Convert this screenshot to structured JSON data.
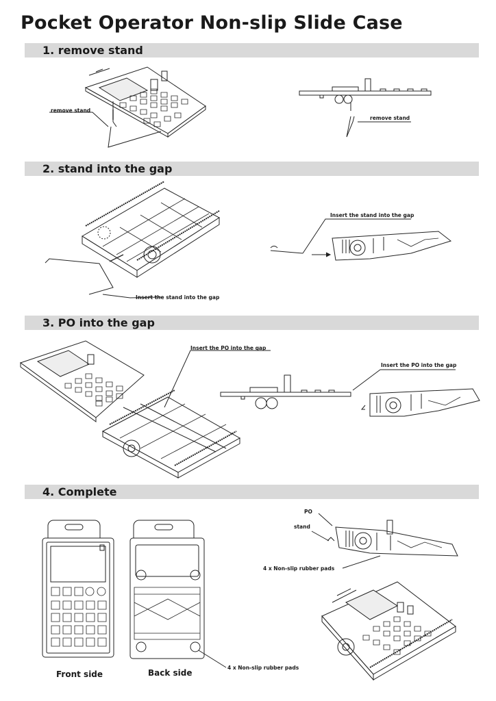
{
  "title": "Pocket Operator Non-slip Slide Case",
  "steps": [
    {
      "heading": "1. remove stand",
      "labels": [
        "remove stand",
        "remove stand"
      ]
    },
    {
      "heading": "2. stand into the gap",
      "labels": [
        "Insert the stand into the gap",
        "Insert the stand into the gap"
      ]
    },
    {
      "heading": "3. PO into the gap",
      "labels": [
        "Insert the PO into the gap",
        "Insert the PO into the gap"
      ]
    },
    {
      "heading": "4. Complete",
      "labels": [
        "PO",
        "stand",
        "4 x Non-slip rubber pads",
        "4 x Non-slip rubber pads"
      ],
      "views": [
        "Front side",
        "Back side"
      ]
    }
  ]
}
